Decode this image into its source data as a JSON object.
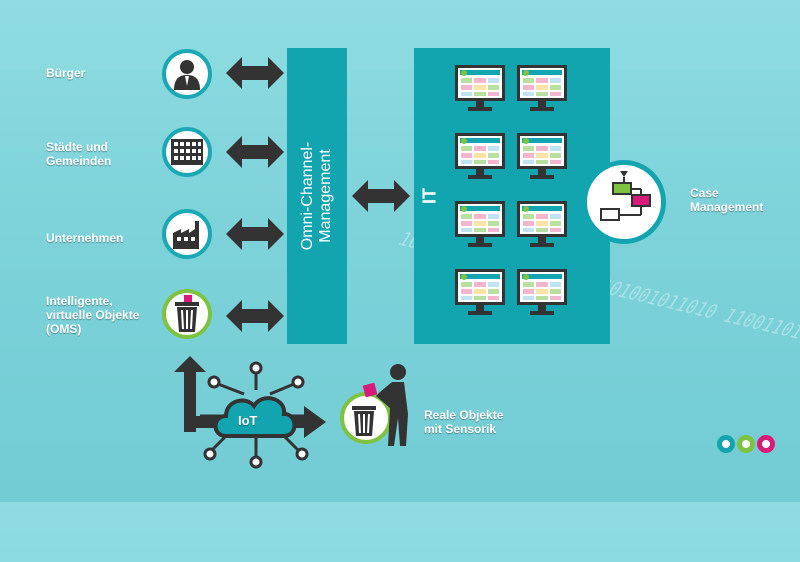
{
  "labels": {
    "buerger": "Bürger",
    "staedte_line1": "Städte und",
    "staedte_line2": "Gemeinden",
    "unternehmen": "Unternehmen",
    "intelligente_line1": "Intelligente,",
    "intelligente_line2": "virtuelle Objekte",
    "intelligente_line3": "(OMS)",
    "omni_line1": "Omni-Channel-",
    "omni_line2": "Management",
    "it": "IT",
    "case_line1": "Case",
    "case_line2": "Management",
    "iot": "IoT",
    "reale_line1": "Reale Objekte",
    "reale_line2": "mit Sensorik"
  },
  "background_bits": "1010010110010110 0101101001011010 1100110100101101 0011010110010101 1010011001011001 0101100110100101",
  "colors": {
    "teal": "#12a5b0",
    "dark": "#333333",
    "green": "#7ec241",
    "magenta": "#d81b7a"
  },
  "icons": {
    "buerger": "person-icon",
    "staedte": "building-icon",
    "unternehmen": "factory-icon",
    "intelligente": "trash-bin-icon",
    "monitor": "monitor-dashboard-icon",
    "case": "workflow-icon",
    "iot": "cloud-network-icon",
    "reale": "person-trash-icon"
  }
}
